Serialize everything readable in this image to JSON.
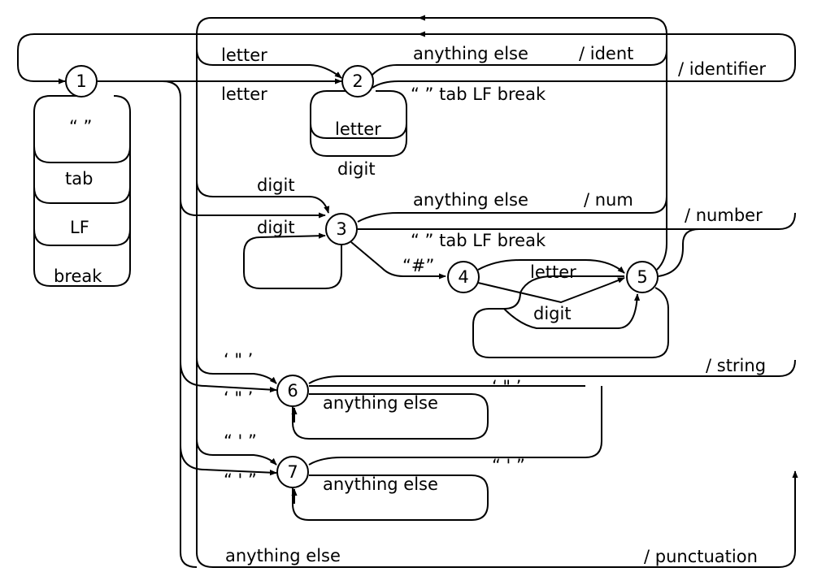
{
  "states": [
    {
      "id": "state-1",
      "label": "1"
    },
    {
      "id": "state-2",
      "label": "2"
    },
    {
      "id": "state-3",
      "label": "3"
    },
    {
      "id": "state-4",
      "label": "4"
    },
    {
      "id": "state-5",
      "label": "5"
    },
    {
      "id": "state-6",
      "label": "6"
    },
    {
      "id": "state-7",
      "label": "7"
    }
  ],
  "labels": {
    "s1_space": "“ ”",
    "s1_tab": "tab",
    "s1_lf": "LF",
    "s1_break": "break",
    "letter_upper": "letter",
    "letter_lower": "letter",
    "s2_anything_else": "anything else",
    "s2_ident": "/ ident",
    "identifier": "/ identifier",
    "s2_whitespace": "“ ” tab LF break",
    "s2_loop_letter": "letter",
    "s2_loop_digit": "digit",
    "digit_upper": "digit",
    "digit_lower": "digit",
    "s3_anything_else": "anything else",
    "s3_num": "/ num",
    "number": "/ number",
    "s3_whitespace": "“ ” tab LF break",
    "hash": "“#”",
    "s4_letter": "letter",
    "s4_digit": "digit",
    "quote6_upper": "‘ \" ’",
    "quote6_lower": "‘ \" ’",
    "s6_anything_else": "anything else",
    "s6_close_quote": "‘ \" ’",
    "string": "/ string",
    "quote7_upper": "“ ' ”",
    "quote7_lower": "“ ' ”",
    "s7_anything_else": "anything else",
    "s7_close_quote": "“ ' ”",
    "bottom_anything_else": "anything else",
    "punctuation": "/ punctuation"
  }
}
